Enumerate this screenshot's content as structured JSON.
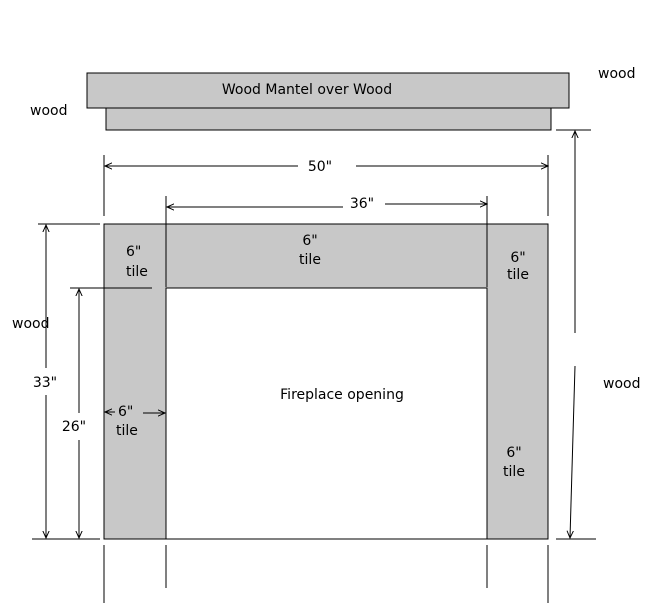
{
  "diagram": {
    "mantel_label": "Wood Mantel over Wood",
    "mantel_left_label": "wood",
    "mantel_right_label": "wood",
    "overall_width_label": "50\"",
    "opening_width_label": "36\"",
    "overall_height_label": "33\"",
    "opening_height_label": "26\"",
    "left_wall_label": "wood",
    "right_wall_label": "wood",
    "top_left_tile": [
      "6\"",
      "tile"
    ],
    "top_center_tile": [
      "6\"",
      "tile"
    ],
    "top_right_tile": [
      "6\"",
      "tile"
    ],
    "left_tile": [
      "6\"",
      "tile"
    ],
    "right_tile": [
      "6\"",
      "tile"
    ],
    "opening_label": "Fireplace opening",
    "colors": {
      "tile": "#c8c8c8",
      "mantel": "#c8c8c8",
      "line": "#000000",
      "background": "#ffffff"
    }
  }
}
